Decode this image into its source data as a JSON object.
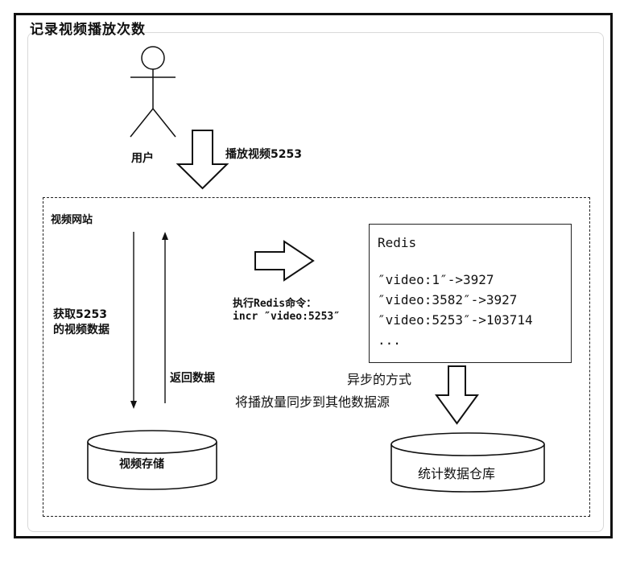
{
  "title": "记录视频播放次数",
  "user": {
    "label": "用户"
  },
  "play_action": {
    "label": "播放视频5253"
  },
  "site": {
    "label": "视频网站"
  },
  "fetch": {
    "label_line1": "获取5253",
    "label_line2": "的视频数据"
  },
  "return_data": {
    "label": "返回数据"
  },
  "storage": {
    "label": "视频存储"
  },
  "command": {
    "line1": "执行Redis命令：",
    "line2": "incr ″video:5253″"
  },
  "redis": {
    "title": "Redis",
    "entries": [
      "″video:1″->3927",
      "″video:3582″->3927",
      "″video:5253″->103714",
      "..."
    ]
  },
  "async": {
    "line1": "异步的方式",
    "line2": "将播放量同步到其他数据源"
  },
  "warehouse": {
    "label": "统计数据仓库"
  }
}
